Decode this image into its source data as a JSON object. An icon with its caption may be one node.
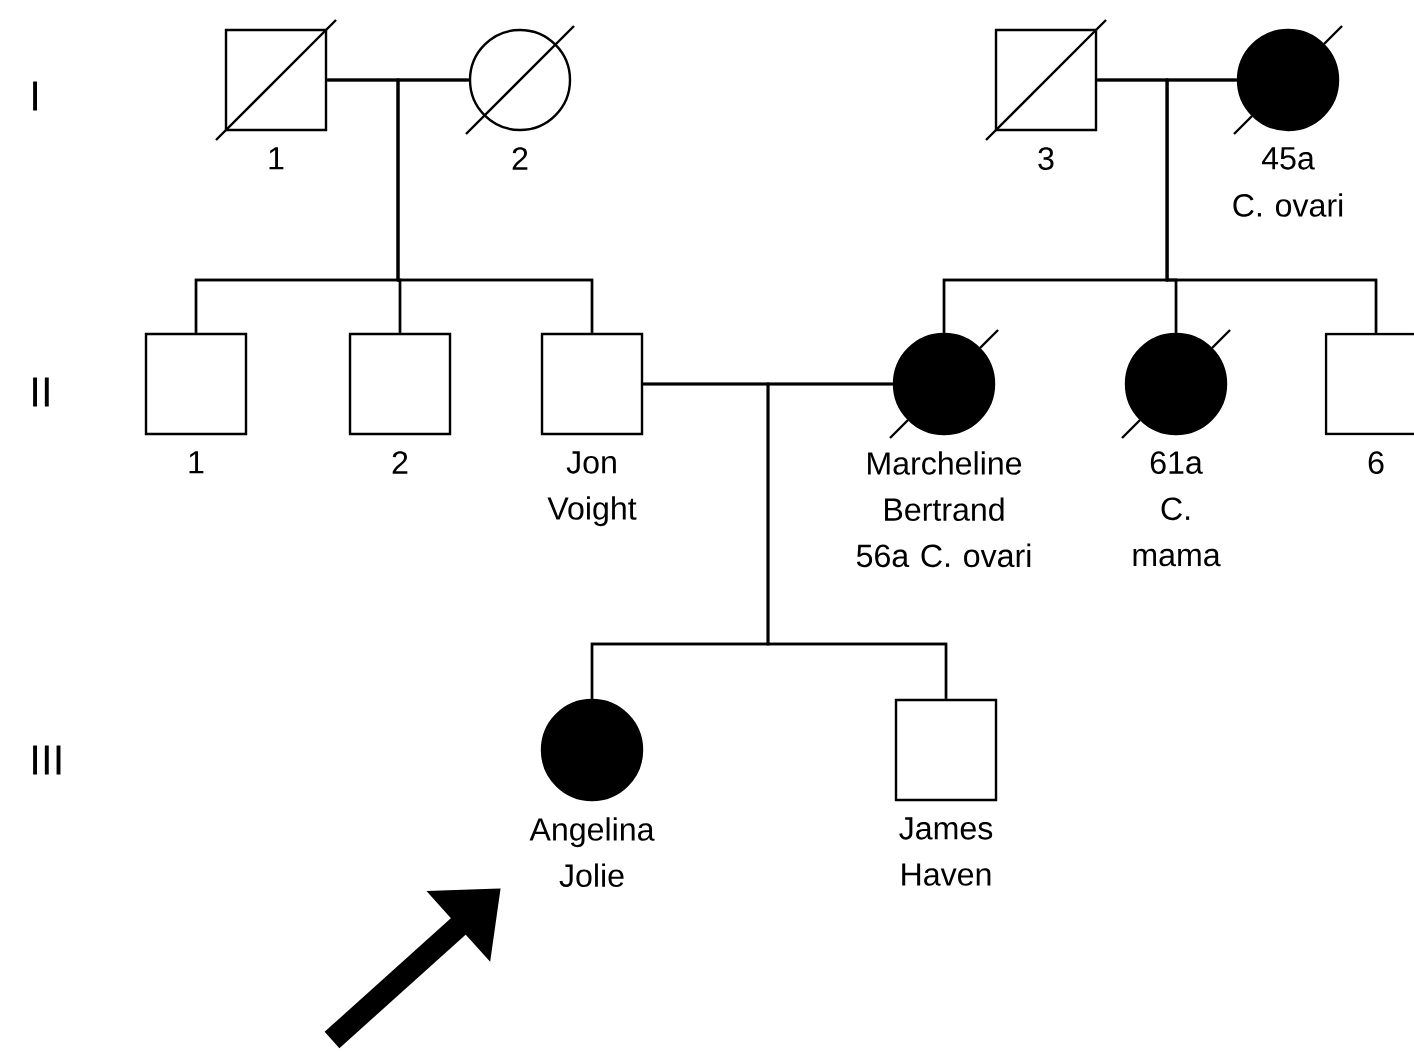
{
  "diagram": {
    "nodes": [
      {
        "text": [],
        "shape": "box",
        "beside": [
          "1"
        ]
      },
      {
        "text": [],
        "shape": "circle",
        "beside": [
          "2"
        ]
      },
      {
        "text": [],
        "shape": "box",
        "beside": [
          "3"
        ]
      },
      {
        "text": [],
        "shape": "circle",
        "beside": [
          "45a",
          "C. ovari"
        ]
      },
      {
        "text": [],
        "shape": "box",
        "beside": [
          "1"
        ]
      },
      {
        "text": [],
        "shape": "box",
        "beside": [
          "2"
        ]
      },
      {
        "text": [],
        "shape": "box",
        "beside": [
          "Jon Voight"
        ]
      },
      {
        "text": [],
        "shape": "circle",
        "beside": [
          "Marcheline Bertrand 56a C. ovari"
        ]
      },
      {
        "text": [],
        "shape": "circle",
        "beside": [
          "61a C. mama"
        ]
      },
      {
        "text": [],
        "shape": "box",
        "beside": [
          "6"
        ]
      },
      {
        "text": [],
        "shape": "circle",
        "beside": [
          "Angelina Jolie"
        ]
      },
      {
        "text": [],
        "shape": "box",
        "beside": [
          "James Haven"
        ]
      }
    ],
    "edges": [
      {
        "from": 0,
        "to": 1,
        "arrow": "none"
      },
      {
        "from": 2,
        "to": 3,
        "arrow": "none"
      },
      {
        "from": 6,
        "to": 7,
        "arrow": "none"
      },
      {
        "from": 0,
        "to": 4,
        "arrow": "none"
      },
      {
        "from": 0,
        "to": 5,
        "arrow": "none"
      },
      {
        "from": 0,
        "to": 6,
        "arrow": "none"
      },
      {
        "from": 1,
        "to": 4,
        "arrow": "none"
      },
      {
        "from": 1,
        "to": 5,
        "arrow": "none"
      },
      {
        "from": 1,
        "to": 6,
        "arrow": "none"
      },
      {
        "from": 2,
        "to": 7,
        "arrow": "none"
      },
      {
        "from": 2,
        "to": 8,
        "arrow": "none"
      },
      {
        "from": 2,
        "to": 9,
        "arrow": "none"
      },
      {
        "from": 3,
        "to": 7,
        "arrow": "none"
      },
      {
        "from": 3,
        "to": 8,
        "arrow": "none"
      },
      {
        "from": 3,
        "to": 9,
        "arrow": "none"
      },
      {
        "from": 6,
        "to": 10,
        "arrow": "none"
      },
      {
        "from": 6,
        "to": 11,
        "arrow": "none"
      },
      {
        "from": 7,
        "to": 10,
        "arrow": "none"
      },
      {
        "from": 7,
        "to": 11,
        "arrow": "none"
      },
      {
        "from": null,
        "to": 10,
        "arrow": "to",
        "style": "thick"
      }
    ],
    "labels": [
      "I",
      "II",
      "III"
    ]
  }
}
